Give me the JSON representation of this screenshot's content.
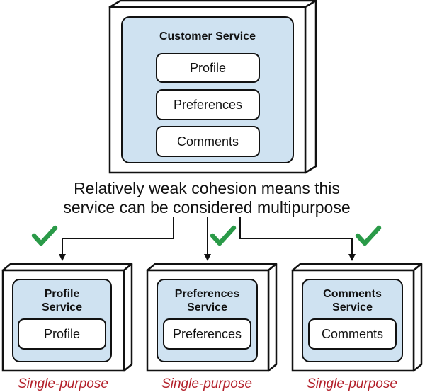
{
  "top_service": {
    "title": "Customer Service",
    "components": [
      "Profile",
      "Preferences",
      "Comments"
    ]
  },
  "caption": {
    "line1": "Relatively weak cohesion means this",
    "line2": "service can be considered multipurpose"
  },
  "services": [
    {
      "title_line1": "Profile",
      "title_line2": "Service",
      "component": "Profile",
      "label": "Single-purpose"
    },
    {
      "title_line1": "Preferences",
      "title_line2": "Service",
      "component": "Preferences",
      "label": "Single-purpose"
    },
    {
      "title_line1": "Comments",
      "title_line2": "Service",
      "component": "Comments",
      "label": "Single-purpose"
    }
  ],
  "colors": {
    "service_fill": "#cfe2f1",
    "check": "#2a9a48",
    "label": "#b3202a",
    "outline": "#111111"
  },
  "icons": [
    "checkmark-icon",
    "arrow-down-icon"
  ]
}
